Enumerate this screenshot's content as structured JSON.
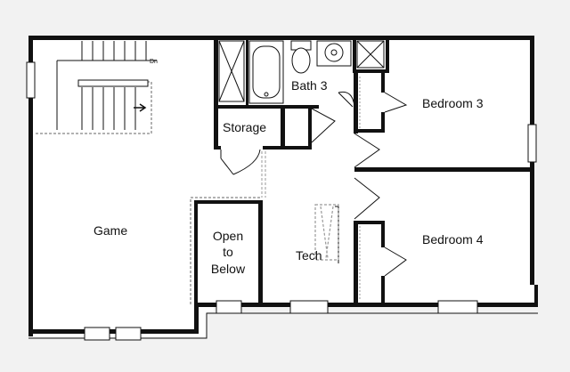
{
  "plan": {
    "rooms": {
      "bath": "Bath 3",
      "bedroom3": "Bedroom 3",
      "bedroom4": "Bedroom 4",
      "storage": "Storage",
      "game": "Game",
      "open_line1": "Open",
      "open_line2": "to",
      "open_line3": "Below",
      "tech": "Tech"
    },
    "stair_label": "Dn"
  },
  "colors": {
    "background": "#f2f2f2",
    "floor": "#ffffff",
    "wall": "#111111",
    "dashed": "#999999"
  }
}
